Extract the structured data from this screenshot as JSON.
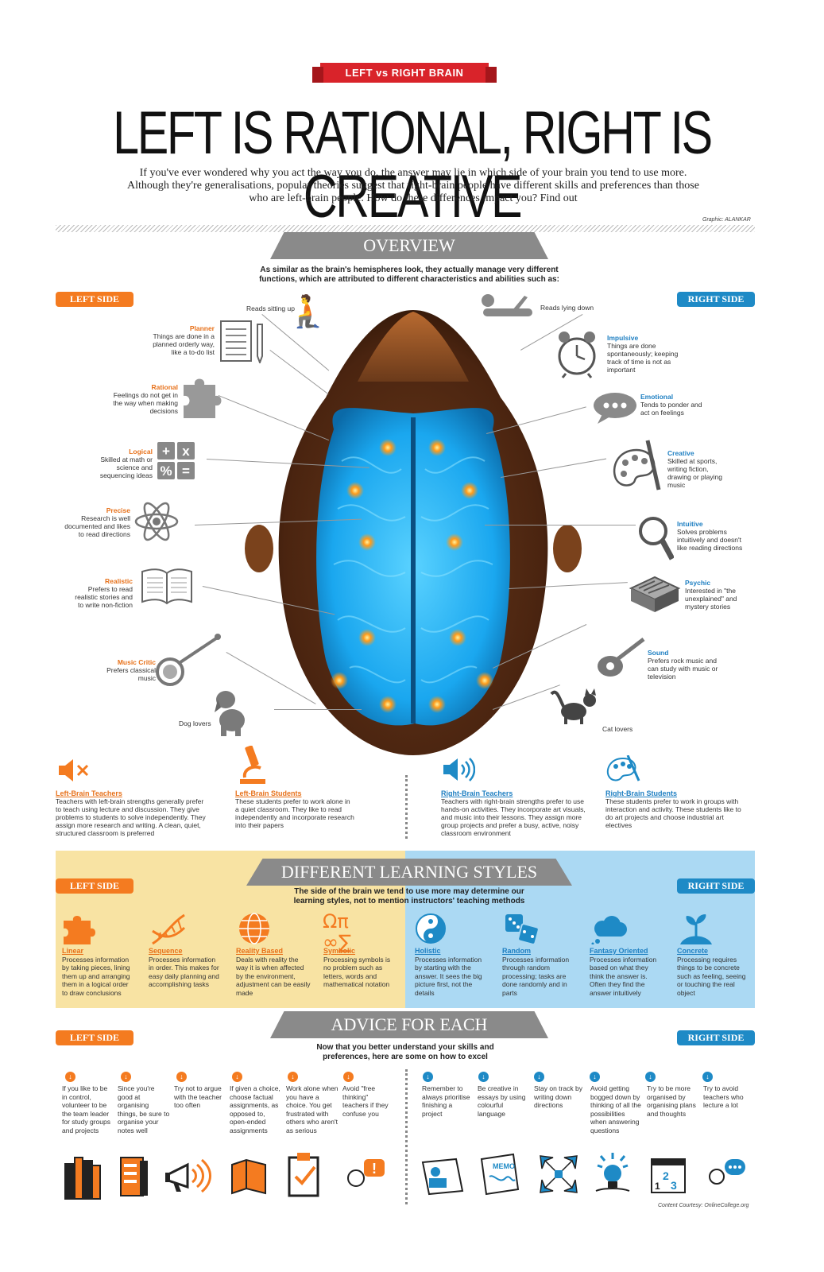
{
  "banner": "LEFT vs RIGHT BRAIN",
  "title": "LEFT IS RATIONAL, RIGHT IS CREATIVE",
  "intro": "If you've ever wondered why you act the way you do, the answer may lie in which side of your brain you tend to use more. Although they're generalisations, popular theories suggest that right-brain people have different skills and preferences than those who are left-brain people. How do these differences impact you? Find out",
  "graphic_credit": "Graphic: ALANKAR",
  "overview": {
    "heading": "OVERVIEW",
    "subtitle": "As similar as the brain's hemispheres look, they actually manage very different functions, which are attributed to different characteristics and abilities such as:",
    "left_pill": "LEFT SIDE",
    "right_pill": "RIGHT SIDE",
    "reads_up": "Reads sitting up",
    "reads_down": "Reads lying down",
    "dog": "Dog lovers",
    "cat": "Cat lovers",
    "left": [
      {
        "t": "Planner",
        "d": "Things are done in a planned orderly way, like a to-do list",
        "icon": "checklist-icon"
      },
      {
        "t": "Rational",
        "d": "Feelings do not get in the way when making decisions",
        "icon": "puzzle-icon"
      },
      {
        "t": "Logical",
        "d": "Skilled at math or science and sequencing ideas",
        "icon": "math-icon"
      },
      {
        "t": "Precise",
        "d": "Research is well documented and likes to read directions",
        "icon": "atom-icon"
      },
      {
        "t": "Realistic",
        "d": "Prefers to read realistic stories and to write non-fiction",
        "icon": "book-icon"
      },
      {
        "t": "Music Critic",
        "d": "Prefers classical music",
        "icon": "banjo-icon"
      }
    ],
    "right": [
      {
        "t": "Impulsive",
        "d": "Things are done spontaneously; keeping track of time is not as important",
        "icon": "clock-icon"
      },
      {
        "t": "Emotional",
        "d": "Tends to ponder and act on feelings",
        "icon": "speech-icon"
      },
      {
        "t": "Creative",
        "d": "Skilled at sports, writing fiction, drawing or playing music",
        "icon": "palette-icon"
      },
      {
        "t": "Intuitive",
        "d": "Solves problems intuitively and doesn't like reading directions",
        "icon": "magnifier-icon"
      },
      {
        "t": "Psychic",
        "d": "Interested in \"the unexplained\" and mystery stories",
        "icon": "maze-icon"
      },
      {
        "t": "Sound",
        "d": "Prefers rock music and can study with music or television",
        "icon": "guitar-icon"
      }
    ]
  },
  "teachers": [
    {
      "t": "Left-Brain Teachers",
      "d": "Teachers with left-brain strengths generally prefer to teach using lecture and discussion. They give problems to students to solve independently. They assign more research and writing. A clean, quiet, structured classroom is preferred",
      "icon": "mute-speaker-icon"
    },
    {
      "t": "Left-Brain Students",
      "d": "These students prefer to work alone in a quiet classroom. They like to read independently and incorporate research into their papers",
      "icon": "microscope-icon"
    },
    {
      "t": "Right-Brain Teachers",
      "d": "Teachers with right-brain strengths prefer to use hands-on activities. They incorporate art visuals, and music into their lessons. They assign more group projects and prefer a busy, active, noisy classroom environment",
      "icon": "speaker-icon"
    },
    {
      "t": "Right-Brain Students",
      "d": "These students prefer to work in groups with interaction and activity. These students like to do art projects and choose industrial art electives",
      "icon": "palette-small-icon"
    }
  ],
  "learning": {
    "heading": "DIFFERENT LEARNING STYLES",
    "subtitle": "The side of the brain we tend to use more may determine our learning styles, not to mention instructors' teaching methods",
    "left_pill": "LEFT SIDE",
    "right_pill": "RIGHT SIDE",
    "left": [
      {
        "t": "Linear",
        "d": "Processes information by taking pieces, lining them up and arranging them in a logical order to draw conclusions",
        "icon": "puzzle-icon"
      },
      {
        "t": "Sequence",
        "d": "Processes information in order. This makes for easy daily planning and accomplishing tasks",
        "icon": "dna-icon"
      },
      {
        "t": "Reality Based",
        "d": "Deals with reality the way it is when affected by the environment, adjustment can be easily made",
        "icon": "globe-icon"
      },
      {
        "t": "Symbolic",
        "d": "Processing symbols is no problem such as letters, words and mathematical notation",
        "icon": "symbols-icon"
      }
    ],
    "right": [
      {
        "t": "Holistic",
        "d": "Processes information by starting with the answer. It sees the big picture first, not the details",
        "icon": "yinyang-icon"
      },
      {
        "t": "Random",
        "d": "Processes information through random processing; tasks are done randomly and in parts",
        "icon": "dice-icon"
      },
      {
        "t": "Fantasy Oriented",
        "d": "Processes information based on what they think the answer is. Often they find the answer intuitively",
        "icon": "cloud-icon"
      },
      {
        "t": "Concrete",
        "d": "Processing requires things to be concrete such as feeling, seeing or touching the real object",
        "icon": "plant-icon"
      }
    ]
  },
  "advice": {
    "heading": "ADVICE FOR EACH",
    "subtitle": "Now that you better understand your skills and preferences, here are some on how to excel",
    "left_pill": "LEFT SIDE",
    "right_pill": "RIGHT SIDE",
    "left": [
      {
        "d": "If you like to be in control, volunteer to be the team leader for study groups and projects",
        "icon": "raised-hands-icon"
      },
      {
        "d": "Since you're good at organising things, be sure to organise your notes well",
        "icon": "binder-icon"
      },
      {
        "d": "Try not to argue with the teacher too often",
        "icon": "megaphone-icon"
      },
      {
        "d": "If given a choice, choose factual assignments, as opposed to, open-ended assignments",
        "icon": "book-closed-icon"
      },
      {
        "d": "Work alone when you have a choice. You get frustrated with others who aren't as serious",
        "icon": "clipboard-check-icon"
      },
      {
        "d": "Avoid \"free thinking\" teachers if they confuse you",
        "icon": "alert-bubble-icon"
      }
    ],
    "right": [
      {
        "d": "Remember to always prioritise finishing a project",
        "icon": "presenter-icon"
      },
      {
        "d": "Be creative in essays by using colourful language",
        "icon": "memo-icon"
      },
      {
        "d": "Stay on track by writing down directions",
        "icon": "arrows-icon"
      },
      {
        "d": "Avoid getting bogged down by thinking of all the possibilities when answering questions",
        "icon": "bulb-icon"
      },
      {
        "d": "Try to be more organised by organising plans and thoughts",
        "icon": "calendar-icon"
      },
      {
        "d": "Try to avoid teachers who lecture a lot",
        "icon": "chat-bubble-icon"
      }
    ]
  },
  "content_credit": "Content Courtesy: OnlineCollege.org",
  "colors": {
    "orange": "#f47b20",
    "blue": "#1e8ac6",
    "red": "#d9232a",
    "grey": "#8a8a8a",
    "yellow": "#f8e3a3",
    "lightblue": "#abd9f3"
  }
}
